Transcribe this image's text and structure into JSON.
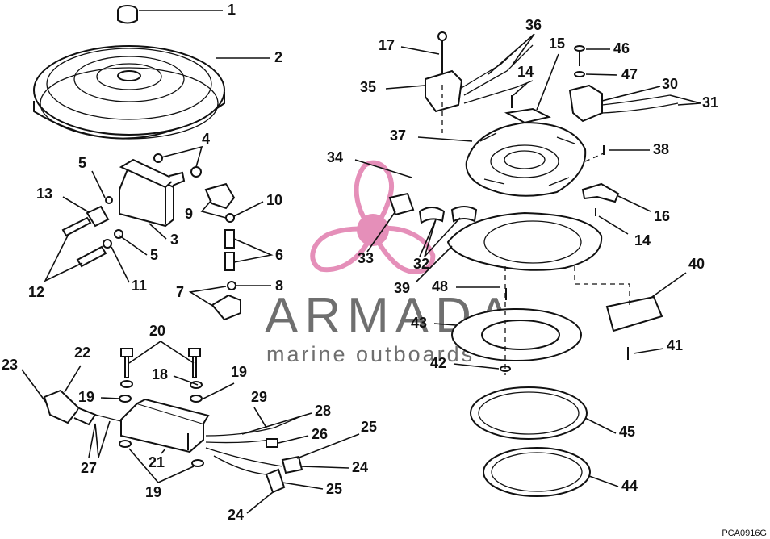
{
  "diagram": {
    "watermark": {
      "brand": "ARMADA",
      "tagline": "marine outboards",
      "logo_color": "#e58fb9"
    },
    "figure_code": "PCA0916G",
    "callouts": [
      "1",
      "2",
      "3",
      "4",
      "5",
      "5",
      "6",
      "7",
      "8",
      "9",
      "10",
      "11",
      "12",
      "13",
      "14",
      "14",
      "15",
      "16",
      "17",
      "18",
      "19",
      "19",
      "19",
      "20",
      "21",
      "22",
      "23",
      "24",
      "24",
      "25",
      "25",
      "26",
      "27",
      "28",
      "29",
      "30",
      "31",
      "32",
      "33",
      "34",
      "35",
      "36",
      "37",
      "38",
      "39",
      "40",
      "41",
      "42",
      "43",
      "44",
      "45",
      "46",
      "47",
      "48"
    ]
  }
}
